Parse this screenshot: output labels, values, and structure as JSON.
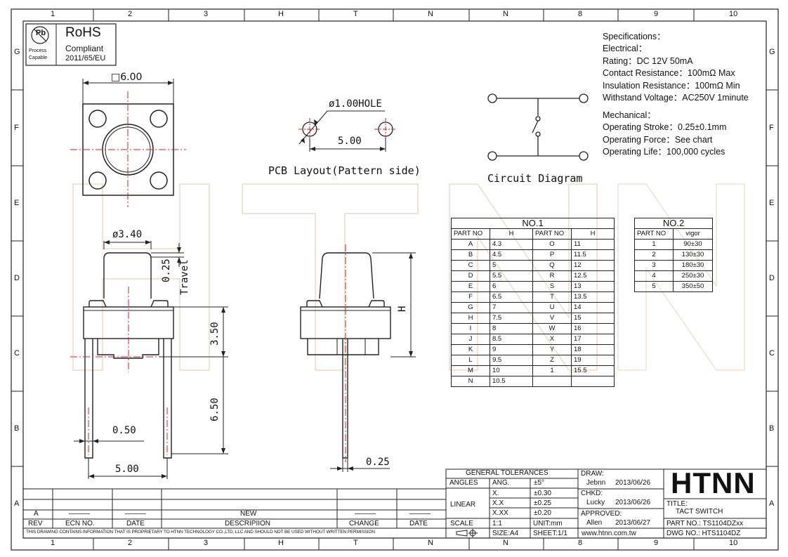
{
  "frame": {
    "columns_top": [
      "1",
      "2",
      "3",
      "H",
      "T",
      "N",
      "N",
      "8",
      "9",
      "10"
    ],
    "rows": [
      "G",
      "F",
      "E",
      "D",
      "C",
      "B",
      "A"
    ]
  },
  "rohs": {
    "logo_text": "Pb",
    "logo_sub1": "Process",
    "logo_sub2": "Capable",
    "title": "RoHS",
    "line1": "Compliant",
    "line2": "2011/65/EU"
  },
  "watermark": "HTNN",
  "top_view": {
    "dim_width": "□6.00"
  },
  "pcb": {
    "hole": "ø1.00HOLE",
    "pitch": "5.00",
    "caption": "PCB Layout(Pattern side)"
  },
  "circuit": {
    "caption": "Circuit Diagram"
  },
  "front_view": {
    "dim_cap": "ø3.40",
    "dim_travel": "0.25",
    "travel_label": "Travel",
    "dim_body": "3.50",
    "dim_pin": "6.50",
    "dim_pin_width": "0.50",
    "dim_pitch": "5.00"
  },
  "side_view": {
    "dim_h": "H",
    "dim_pin": "0.25"
  },
  "specs": {
    "heading": "Specifications：",
    "electrical": "Electrical：",
    "rating": "Rating：DC 12V 50mA",
    "contact": "Contact Resistance：100mΩ Max",
    "insulation": "Insulation Resistance：100mΩ Min",
    "withstand": "Withstand Voltage：AC250V 1minute",
    "mechanical": "Mechanical：",
    "stroke": "Operating Stroke：0.25±0.1mm",
    "force": "Operating Force：See chart",
    "life": "Operating Life：100,000 cycles"
  },
  "table1": {
    "title": "NO.1",
    "headers": [
      "PART NO",
      "H",
      "PART NO",
      "H"
    ],
    "rows": [
      [
        "A",
        "4.3",
        "O",
        "11"
      ],
      [
        "B",
        "4.5",
        "P",
        "11.5"
      ],
      [
        "C",
        "5",
        "Q",
        "12"
      ],
      [
        "D",
        "5.5",
        "R",
        "12.5"
      ],
      [
        "E",
        "6",
        "S",
        "13"
      ],
      [
        "F",
        "6.5",
        "T",
        "13.5"
      ],
      [
        "G",
        "7",
        "U",
        "14"
      ],
      [
        "H",
        "7.5",
        "V",
        "15"
      ],
      [
        "I",
        "8",
        "W",
        "16"
      ],
      [
        "J",
        "8.5",
        "X",
        "17"
      ],
      [
        "K",
        "9",
        "Y",
        "18"
      ],
      [
        "L",
        "9.5",
        "Z",
        "19"
      ],
      [
        "M",
        "10",
        "1",
        "15.5"
      ],
      [
        "N",
        "10.5",
        "",
        ""
      ]
    ]
  },
  "table2": {
    "title": "NO.2",
    "headers": [
      "PART NO",
      "vigor"
    ],
    "rows": [
      [
        "1",
        "90±30"
      ],
      [
        "2",
        "130±30"
      ],
      [
        "3",
        "180±30"
      ],
      [
        "4",
        "250±30"
      ],
      [
        "5",
        "350±50"
      ]
    ]
  },
  "tolerances": {
    "title": "GENERAL TOLERANCES",
    "angles": "ANGLES",
    "ang": "ANG.",
    "ang_val": "±5°",
    "linear": "LINEAR",
    "x1": "X.",
    "x1_val": "±0.30",
    "x2": "X.X",
    "x2_val": "±0.25",
    "x3": "X.XX",
    "x3_val": "±0.20",
    "scale": "SCALE",
    "scale_val": "1:1",
    "unit": "UNIT:mm",
    "size": "SIZE:A4",
    "sheet": "SHEET:1/1"
  },
  "approvals": {
    "draw": "DRAW:",
    "draw_name": "Jebnn",
    "draw_date": "2013/06/26",
    "chkd": "CHKD:",
    "chkd_name": "Lucky",
    "chkd_date": "2013/06/26",
    "approved": "APPROVED:",
    "approved_name": "Allen",
    "approved_date": "2013/06/27",
    "website": "www.htnn.com.tw"
  },
  "title_block": {
    "logo": "HTNN",
    "title_label": "TITLE:",
    "title": "TACT SWITCH",
    "part_no": "PART NO.: TS1104DZxx",
    "dwg_no": "DWG NO.: HTS1104DZ"
  },
  "revision": {
    "rev_value": "A",
    "dash1": "———",
    "dash2": "———",
    "new": "NEW",
    "dash3": "———",
    "dash4": "———",
    "headers": [
      "REV",
      "ECN NO.",
      "DATE",
      "DESCRIPIION",
      "CHANGE",
      "DATE"
    ],
    "disclaimer": "THIS DRAWING CONTAINS INFORMATION THAT IS PROPRIETARY TO HTNN TECHNOLOGY CO.,LTD, LLC AND SHOULD NOT BE USED WITHOUT WRITTEN PERMISSION"
  }
}
